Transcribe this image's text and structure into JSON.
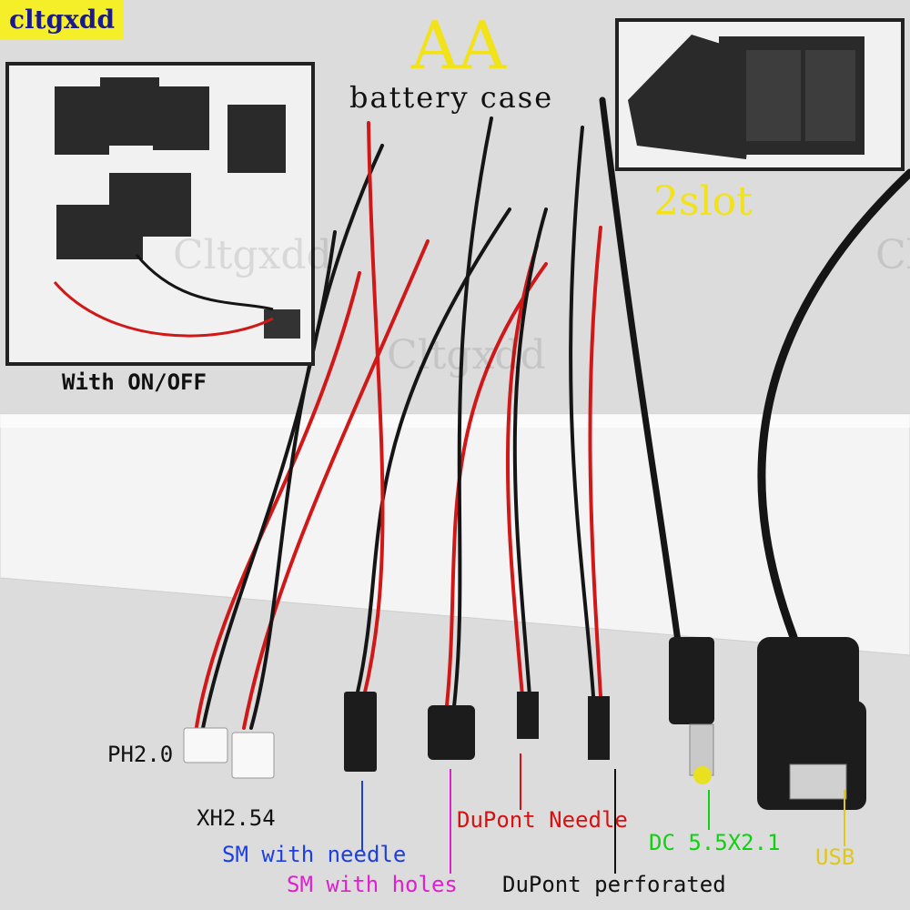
{
  "brand": "cltgxdd",
  "title": "AA",
  "subtitle": "battery case",
  "slot_label": "2slot",
  "switch_label": "With ON/OFF",
  "watermark": "Cltgxdd",
  "connectors": {
    "ph": "PH2.0",
    "xh": "XH2.54",
    "sm_needle": "SM with needle",
    "sm_holes": "SM with holes",
    "dupont_needle": "DuPont Needle",
    "dupont_perforated": "DuPont perforated",
    "dc": "DC 5.5X2.1",
    "usb": "USB"
  },
  "colors": {
    "red_wire": "#d01818",
    "black_wire": "#151515",
    "yellow": "#f2e21a"
  }
}
